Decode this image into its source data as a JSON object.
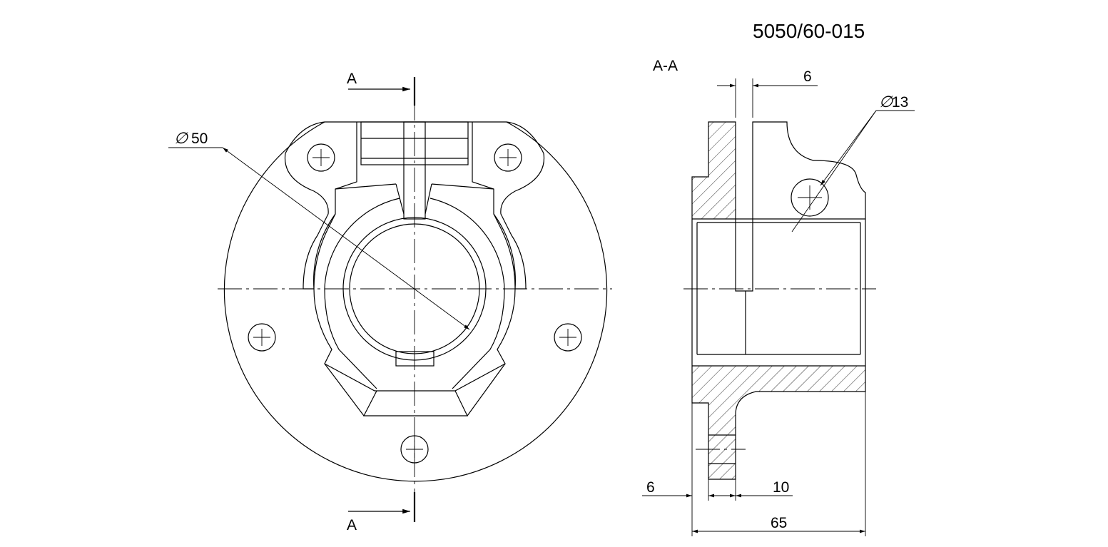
{
  "drawing": {
    "number": "5050/60-015",
    "section_title": "A-A",
    "cut_labels": {
      "top": "A",
      "bottom": "A"
    },
    "dimensions": {
      "outer_diameter": {
        "symbol": "∅",
        "value": "50"
      },
      "hole_diameter": {
        "symbol": "∅",
        "value": "13"
      },
      "slot_width": "6",
      "flange_thickness": "6",
      "spigot_width": "10",
      "overall_length": "65"
    }
  }
}
